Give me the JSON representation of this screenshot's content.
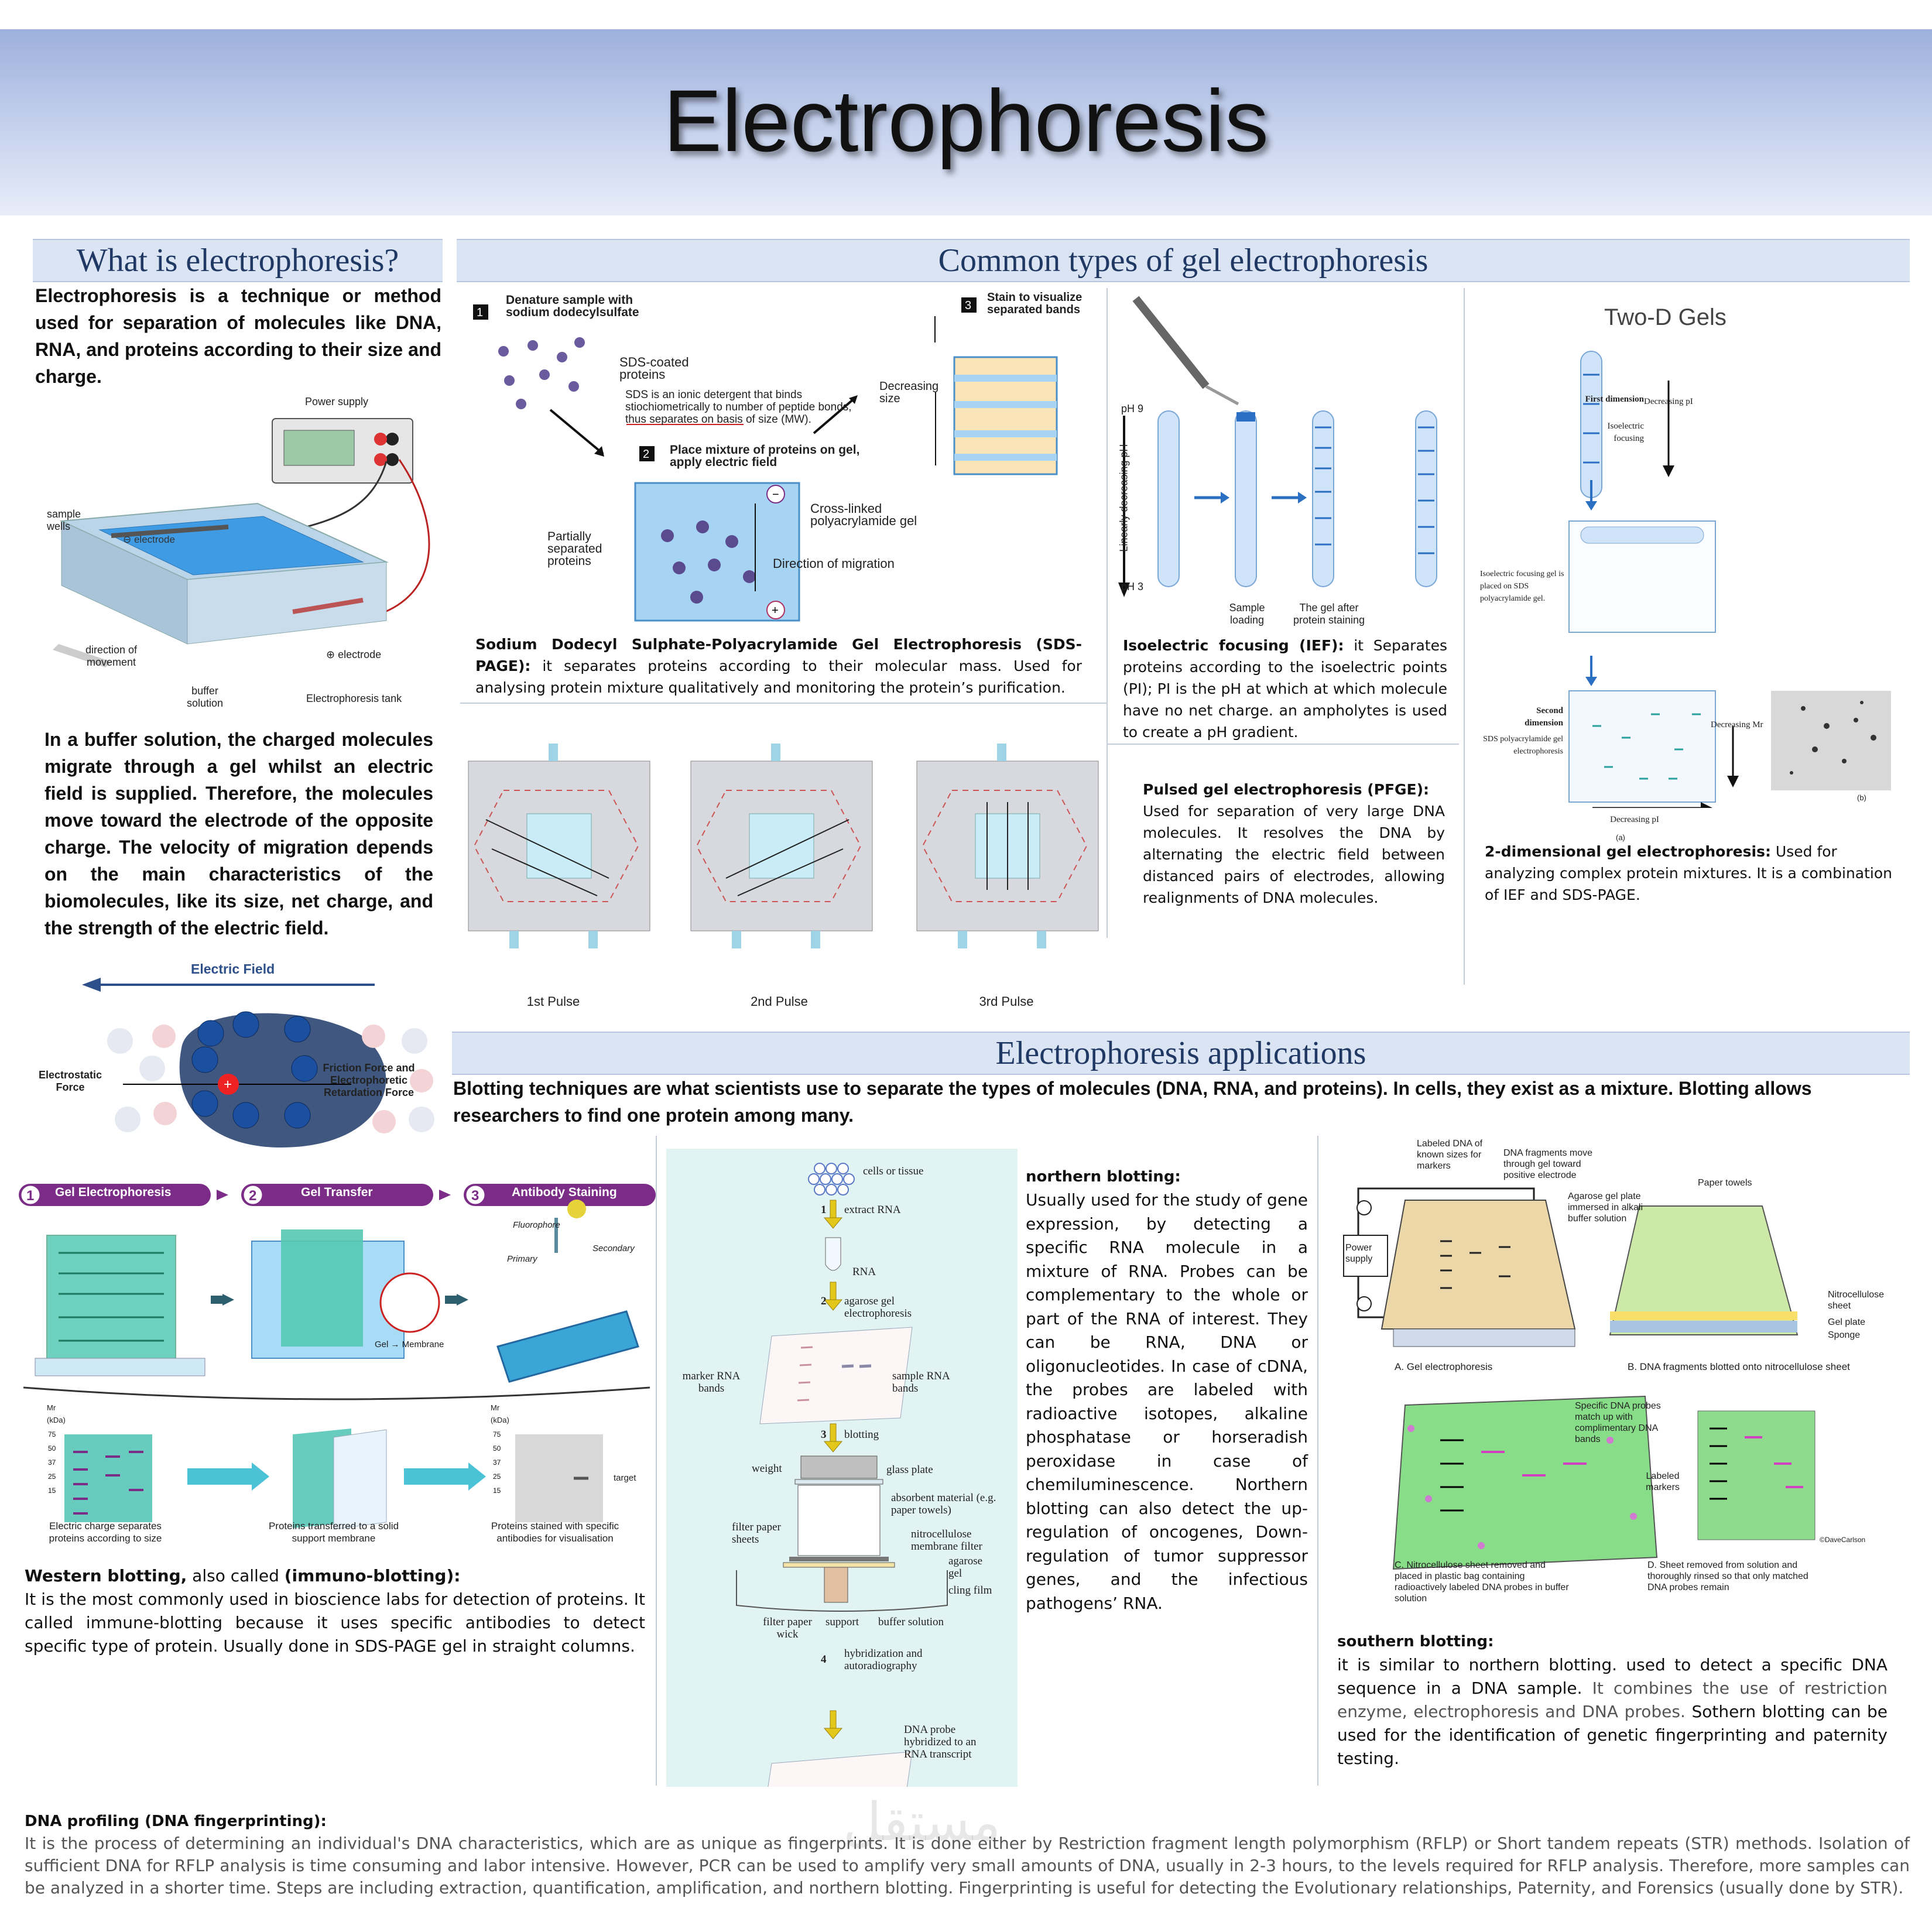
{
  "title": "Electrophoresis",
  "what_is": {
    "heading": "What is electrophoresis?",
    "intro": "Electrophoresis is a technique or method used for separation of molecules like DNA, RNA, and proteins according to their size and charge.",
    "diagram_labels": {
      "power_supply": "Power supply",
      "sample_wells": "sample wells",
      "neg_electrode": "⊖ electrode",
      "pos_electrode": "⊕ electrode",
      "direction": "direction of movement",
      "buffer": "buffer solution",
      "tank": "Electrophoresis tank"
    },
    "paragraph": "In a buffer solution, the charged molecules migrate through a gel whilst an electric field is supplied. Therefore, the molecules move toward the electrode of the opposite charge. The velocity of migration depends on the main characteristics of the biomolecules, like its size, net charge, and the strength of the electric field.",
    "field_labels": {
      "electric_field": "Electric Field",
      "electrostatic": "Electrostatic Force",
      "friction": "Friction Force and Electrophoretic Retardation Force"
    }
  },
  "common_types": {
    "heading": "Common types of gel electrophoresis",
    "sds_diagram": {
      "step1": "Denature sample with sodium dodecylsulfate",
      "step2": "Place mixture of proteins on gel, apply electric field",
      "step3": "Stain to visualize separated bands",
      "coated": "SDS-coated proteins",
      "note": "SDS is an ionic detergent that binds stiochiometrically to number of peptide bonds, thus separates on basis of size (MW).",
      "decreasing": "Decreasing size",
      "partial": "Partially separated proteins",
      "crosslinked": "Cross-linked polyacrylamide gel",
      "direction": "Direction of migration"
    },
    "sds_title": "Sodium Dodecyl Sulphate-Polyacrylamide Gel Electrophoresis (SDS-PAGE):",
    "sds_text": "it separates proteins according to their molecular mass. Used for analysing protein mixture qualitatively and monitoring the protein’s purification.",
    "ief_diagram": {
      "ph9": "pH 9",
      "ph3": "pH 3",
      "axis": "Linearly decreasing pH",
      "loading": "Sample loading",
      "after": "The gel after protein staining"
    },
    "ief_title": "Isoelectric focusing (IEF):",
    "ief_text": "it Separates proteins according to the isoelectric points (PI); PI is the pH at which at which molecule have no net charge. an ampholytes is used to create a pH gradient.",
    "twod_diagram": {
      "title": "Two-D Gels",
      "first": "First dimension",
      "ief": "Isoelectric focusing",
      "dec_pi": "Decreasing pI",
      "placed": "Isoelectric focusing gel is placed on SDS polyacrylamide gel.",
      "second": "Second dimension",
      "sds": "SDS polyacrylamide gel electrophoresis",
      "dec_mr": "Decreasing Mr",
      "dec_pi2": "Decreasing pI",
      "a": "(a)",
      "b": "(b)"
    },
    "twod_title": "2-dimensional gel electrophoresis:",
    "twod_text": "Used for analyzing complex protein mixtures. It is a combination of IEF and SDS-PAGE.",
    "pulses": [
      "1st Pulse",
      "2nd Pulse",
      "3rd Pulse"
    ],
    "pfge_title": "Pulsed gel electrophoresis (PFGE):",
    "pfge_text": "Used for separation of very large DNA molecules. It resolves the DNA by alternating the electric field between distanced pairs of electrodes, allowing realignments of DNA molecules."
  },
  "applications": {
    "heading": "Electrophoresis applications",
    "intro": "Blotting techniques are what scientists use to separate the types of molecules (DNA, RNA, and proteins). In cells, they exist as a mixture. Blotting allows researchers to find one protein among many.",
    "western_steps": [
      "Gel Electrophoresis",
      "Gel Transfer",
      "Antibody Staining"
    ],
    "western_labels": {
      "fluorophore": "Fluorophore",
      "secondary": "Secondary",
      "primary": "Primary",
      "gel_membrane": "Gel → Membrane",
      "mr": "Mr (kDa)",
      "target": "target",
      "cap1": "Electric charge separates proteins according to size",
      "cap2": "Proteins transferred to a solid support membrane",
      "cap3": "Proteins stained with specific antibodies for visualisation"
    },
    "ladder": [
      "75",
      "50",
      "37",
      "25",
      "15"
    ],
    "western_title": "Western blotting,",
    "western_also": "also called",
    "western_alt": "(immuno-blotting):",
    "western_text": "It is the most commonly used in bioscience labs for detection of proteins. It called immune-blotting because it uses specific antibodies to detect specific type of protein.  Usually done in SDS-PAGE gel in straight columns.",
    "northern_diagram": {
      "cells": "cells or tissue",
      "s1": "extract RNA",
      "rna": "RNA",
      "s2": "agarose gel electrophoresis",
      "marker": "marker RNA bands",
      "sample": "sample RNA bands",
      "s3": "blotting",
      "weight": "weight",
      "glass": "glass plate",
      "absorbent": "absorbent material (e.g. paper towels)",
      "filter_sheets": "filter paper sheets",
      "nitro": "nitrocellulose membrane filter",
      "agarose": "agarose gel",
      "cling": "cling film",
      "wick": "filter paper wick",
      "support": "support",
      "buffer": "buffer solution",
      "s4": "hybridization and autoradiography",
      "probe": "DNA probe hybridized to an RNA transcript",
      "n1": "1",
      "n2": "2",
      "n3": "3",
      "n4": "4"
    },
    "northern_title": "northern blotting:",
    "northern_text": "Usually used for the study of gene expression, by detecting a specific RNA molecule in a mixture of RNA. Probes can be complementary to the whole or part of the RNA of interest. They can be RNA, DNA or oligonucleotides. In case of cDNA, the probes are labeled with radioactive isotopes, alkaline phosphatase or horseradish peroxidase in case of chemiluminescence. Northern blotting can also detect the up-regulation of oncogenes, Down-regulation of tumor suppressor genes, and the infectious pathogens’ RNA.",
    "southern_diagram": {
      "labeled": "Labeled DNA of known sizes for markers",
      "move": "DNA fragments move through gel toward positive electrode",
      "agarose": "Agarose gel plate immersed in alkali buffer solution",
      "power": "Power supply",
      "towels": "Paper towels",
      "nitro": "Nitrocellulose sheet",
      "gel_plate": "Gel plate",
      "sponge": "Sponge",
      "capA": "A. Gel electrophoresis",
      "capB": "B. DNA fragments blotted onto nitrocellulose sheet",
      "probes": "Specific DNA probes match up with complimentary DNA bands",
      "markers": "Labeled markers",
      "credit": "©DaveCarlson",
      "capC": "C.  Nitrocellulose sheet removed and placed in plastic bag containing radioactively labeled DNA probes in buffer solution",
      "capD": "D.  Sheet removed from solution and thoroughly rinsed so that only matched DNA probes remain"
    },
    "southern_title": "southern blotting:",
    "southern_text1": "it is similar to northern blotting. used to detect a specific DNA sequence in a DNA sample.",
    "southern_text2": "It combines the use of restriction enzyme, electrophoresis and DNA probes.",
    "southern_text3": "Sothern blotting can be used for the identification of genetic fingerprinting and paternity testing.",
    "dna_title": "DNA profiling (DNA fingerprinting):",
    "dna_text": "It is the process of determining an individual's DNA characteristics, which are as unique as fingerprints. It is done either by Restriction fragment length polymorphism (RFLP) or Short tandem repeats (STR) methods. Isolation of sufficient DNA for RFLP analysis is time consuming and labor intensive. However, PCR can be used to amplify very small amounts of DNA, usually in 2-3 hours, to the levels required for RFLP analysis. Therefore, more samples can be analyzed in a shorter time. Steps are including extraction, quantification, amplification, and northern blotting. Fingerprinting is useful for detecting the Evolutionary relationships, Paternity, and Forensics (usually done by STR)."
  },
  "watermark": "مستقل",
  "colors": {
    "heading": "#1f3864",
    "header_bg": "#dbe4f2",
    "gel_blue": "#4a90d9",
    "step_purple": "#7b2c86"
  }
}
